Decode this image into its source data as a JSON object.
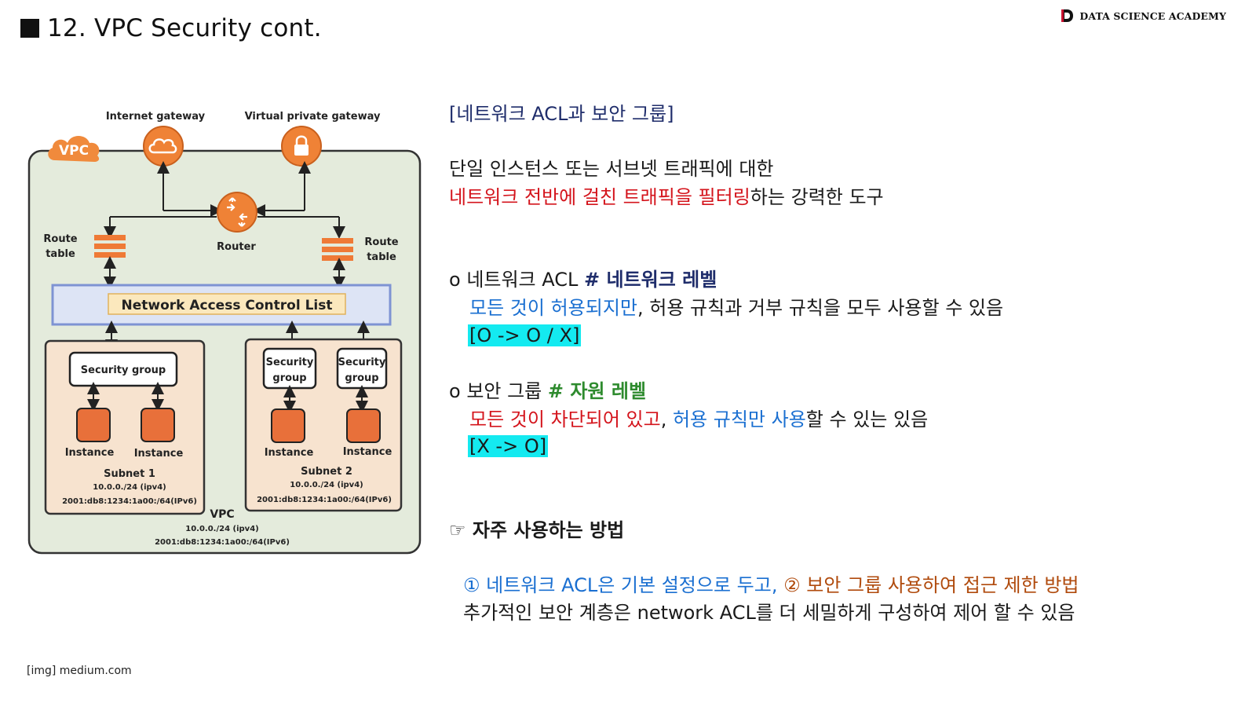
{
  "header": {
    "title": "12. VPC Security cont.",
    "logo_text": "DATA SCIENCE ACADEMY"
  },
  "diagram": {
    "vpc_badge": "VPC",
    "internet_gateway": "Internet gateway",
    "virtual_private_gateway": "Virtual private gateway",
    "router": "Router",
    "route_table_left": [
      "Route",
      "table"
    ],
    "route_table_right": [
      "Route",
      "table"
    ],
    "nacl": "Network Access Control List",
    "subnet1": {
      "security_group": "Security group",
      "instances": [
        "Instance",
        "Instance"
      ],
      "name": "Subnet 1",
      "ipv4": "10.0.0./24 (ipv4)",
      "ipv6": "2001:db8:1234:1a00:/64(IPv6)"
    },
    "subnet2": {
      "security_groups": [
        [
          "Security",
          "group"
        ],
        [
          "Security",
          "group"
        ]
      ],
      "instances": [
        "Instance",
        "Instance"
      ],
      "name": "Subnet 2",
      "ipv4": "10.0.0./24 (ipv4)",
      "ipv6": "2001:db8:1234:1a00:/64(IPv6)"
    },
    "vpc": {
      "name": "VPC",
      "ipv4": "10.0.0./24 (ipv4)",
      "ipv6": "2001:db8:1234:1a00:/64(IPv6)"
    }
  },
  "credit": "[img] medium.com",
  "content": {
    "heading": "[네트워크 ACL과 보안 그룹]",
    "intro_line1": "단일 인스턴스 또는 서브넷 트래픽에 대한",
    "intro_line2_red": "네트워크 전반에 걸친 트래픽을 필터링",
    "intro_line2_rest": "하는 강력한 도구",
    "acl": {
      "bullet": "o 네트워크 ACL ",
      "tag": "# 네트워크 레벨",
      "desc_blue": "모든 것이 허용되지만",
      "desc_rest": ", 허용 규칙과 거부 규칙을 모두 사용할 수 있음",
      "rule": "[O -> O / X]"
    },
    "sg": {
      "bullet": "o 보안 그룹 ",
      "tag": "# 자원 레벨",
      "desc_red": "모든 것이 차단되어 있고",
      "desc_sep": ", ",
      "desc_blue": "허용 규칙만 사용",
      "desc_rest": "할 수 있는 있음",
      "rule": "[X -> O]"
    },
    "usage_heading": "☞ 자주 사용하는 방법",
    "usage_line1_blue": "① 네트워크 ACL은 기본 설정으로 두고,",
    "usage_line1_brown": " ② 보안 그룹 사용하여 접근 제한 방법",
    "usage_line2": "추가적인 보안 계층은 network ACL를 더 세밀하게 구성하여 제어 할 수 있음"
  }
}
